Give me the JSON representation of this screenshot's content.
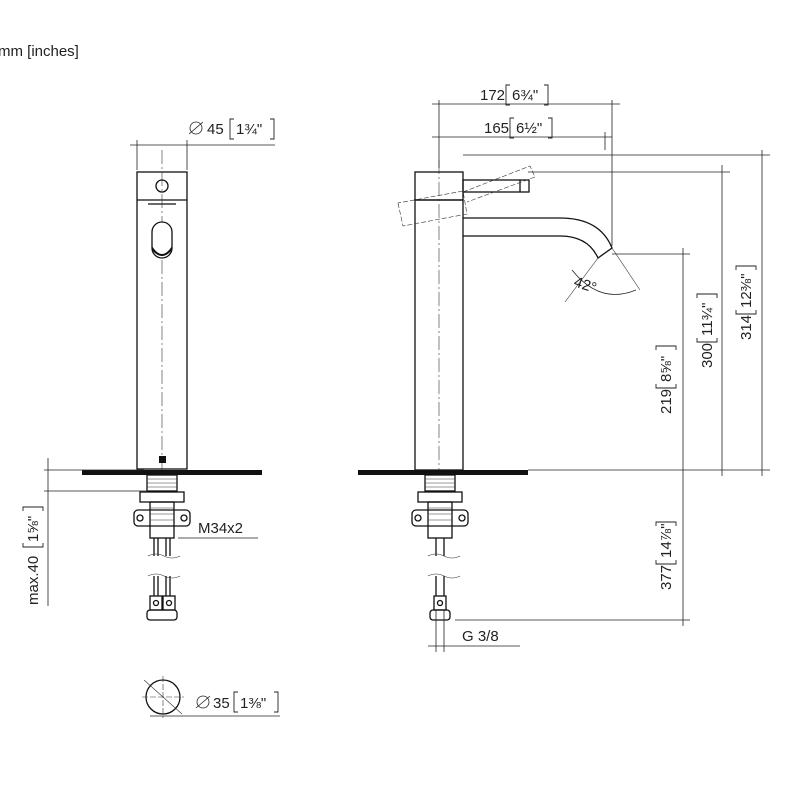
{
  "units_label": "mm [inches]",
  "front_view": {
    "body_diameter": "45",
    "body_diameter_in": "1¾\"",
    "thread": "M34x2",
    "max_depth": "max.40",
    "max_depth_in": "1⅝\"",
    "hose_diameter": "35",
    "hose_diameter_in": "1⅜\""
  },
  "side_view": {
    "overall_reach": "172",
    "overall_reach_in": "6¾\"",
    "spout_reach": "165",
    "spout_reach_in": "6½\"",
    "total_height": "314",
    "total_height_in": "12⅜\"",
    "body_height": "300",
    "body_height_in": "11¾\"",
    "spout_clearance": "219",
    "spout_clearance_in": "8⅝\"",
    "hose_length": "377",
    "hose_length_in": "14⅞\"",
    "connection": "G 3/8",
    "spout_angle": "42°"
  }
}
